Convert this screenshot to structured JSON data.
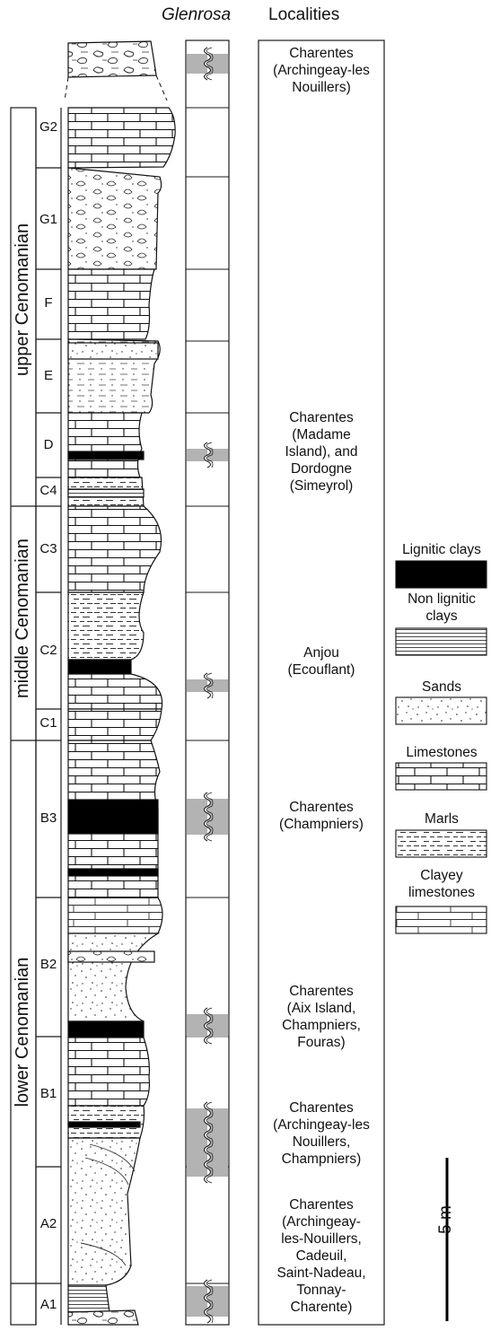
{
  "headers": {
    "glenrosa": "Glenrosa",
    "localities": "Localities"
  },
  "stages": [
    "upper Cenomanian",
    "middle Cenomanian",
    "lower Cenomanian"
  ],
  "units": [
    "G2",
    "G1",
    "F",
    "E",
    "D",
    "C4",
    "C3",
    "C2",
    "C1",
    "B3",
    "B2",
    "B1",
    "A2",
    "A1"
  ],
  "localities": [
    "Charentes\n(Archingeay-les\nNouillers)",
    "Charentes\n(Madame\nIsland), and\nDordogne\n(Simeyrol)",
    "Anjou\n(Ecouflant)",
    "Charentes\n(Champniers)",
    "Charentes\n(Aix Island,\nChampniers,\nFouras)",
    "Charentes\n(Archingeay-les\nNouillers,\nChampniers)",
    "Charentes\n(Archingeay-\nles-Nouillers,\nCadeuil,\nSaint-Nadeau,\nTonnay-\nCharente)"
  ],
  "legend": [
    {
      "label": "Lignitic clays",
      "pattern": "lignitic"
    },
    {
      "label": "Non lignitic\nclays",
      "pattern": "clay"
    },
    {
      "label": "Sands",
      "pattern": "sand"
    },
    {
      "label": "Limestones",
      "pattern": "limestone"
    },
    {
      "label": "Marls",
      "pattern": "marl"
    },
    {
      "label": "Clayey\nlimestones",
      "pattern": "clayey"
    }
  ],
  "scale_bar": {
    "label": "5 m"
  },
  "colors": {
    "occurrence_band": "#b3b3b3",
    "lignite": "#000000",
    "line": "#1a1a1a"
  }
}
